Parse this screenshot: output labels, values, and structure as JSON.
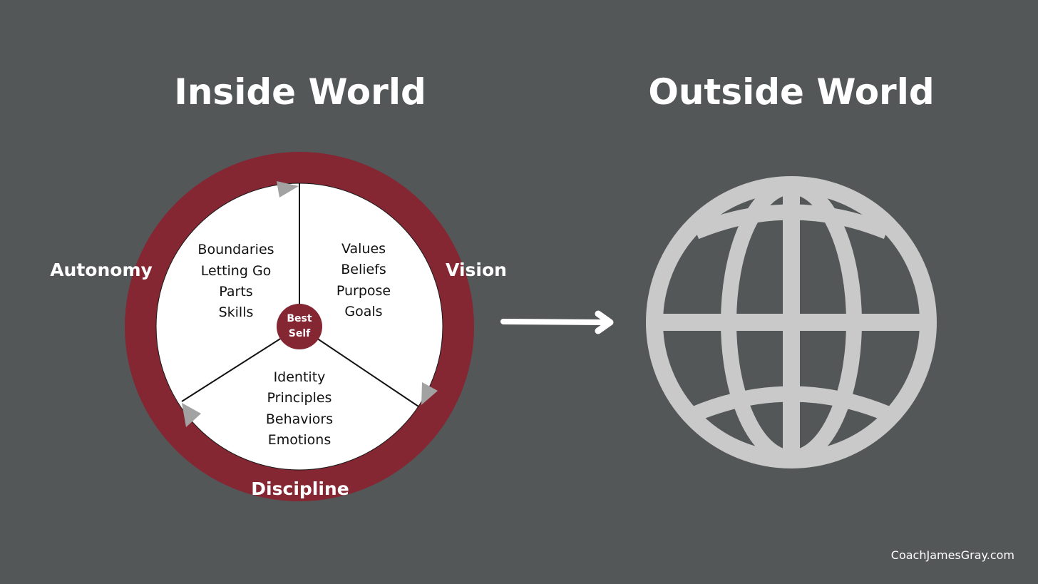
{
  "colors": {
    "background": "#545758",
    "ring": "#852633",
    "inner_circle": "#ffffff",
    "globe": "#c8c9c8",
    "marker": "#a2a2a2",
    "text_light": "#ffffff",
    "text_dark": "#111111"
  },
  "titles": {
    "inside": "Inside World",
    "outside": "Outside World"
  },
  "ring_labels": {
    "left": "Autonomy",
    "right": "Vision",
    "bottom": "Discipline"
  },
  "sectors": {
    "left": [
      "Boundaries",
      "Letting Go",
      "Parts",
      "Skills"
    ],
    "right": [
      "Values",
      "Beliefs",
      "Purpose",
      "Goals"
    ],
    "bottom": [
      "Identity",
      "Principles",
      "Behaviors",
      "Emotions"
    ]
  },
  "center": {
    "line1": "Best",
    "line2": "Self"
  },
  "icons": {
    "connector": "arrow-right-icon",
    "outside": "globe-icon",
    "ring_markers": "triangle-marker-icon"
  },
  "footer": {
    "credit": "CoachJamesGray.com"
  }
}
